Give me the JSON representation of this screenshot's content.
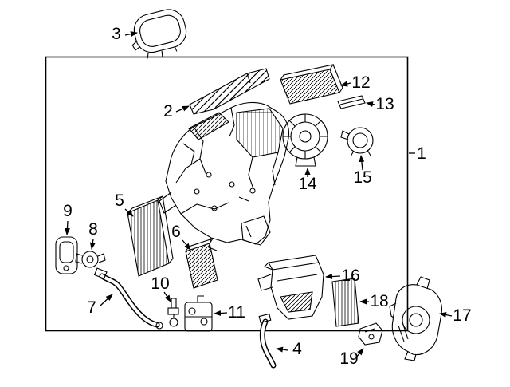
{
  "diagram": {
    "background": "#ffffff",
    "line_color": "#000000",
    "labels": {
      "n1": "1",
      "n2": "2",
      "n3": "3",
      "n4": "4",
      "n5": "5",
      "n6": "6",
      "n7": "7",
      "n8": "8",
      "n9": "9",
      "n10": "10",
      "n11": "11",
      "n12": "12",
      "n13": "13",
      "n14": "14",
      "n15": "15",
      "n16": "16",
      "n17": "17",
      "n18": "18",
      "n19": "19"
    }
  }
}
